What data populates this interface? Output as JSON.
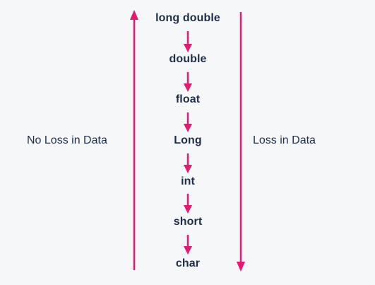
{
  "colors": {
    "arrow": "#e5196f",
    "text": "#1f2f4a",
    "background": "#f6f7f8"
  },
  "types": [
    {
      "label": "long double"
    },
    {
      "label": "double"
    },
    {
      "label": "float"
    },
    {
      "label": "Long"
    },
    {
      "label": "int"
    },
    {
      "label": "short"
    },
    {
      "label": "char"
    }
  ],
  "left_label": "No Loss in Data",
  "right_label": "Loss in Data",
  "left_arrow_direction": "up",
  "right_arrow_direction": "down"
}
